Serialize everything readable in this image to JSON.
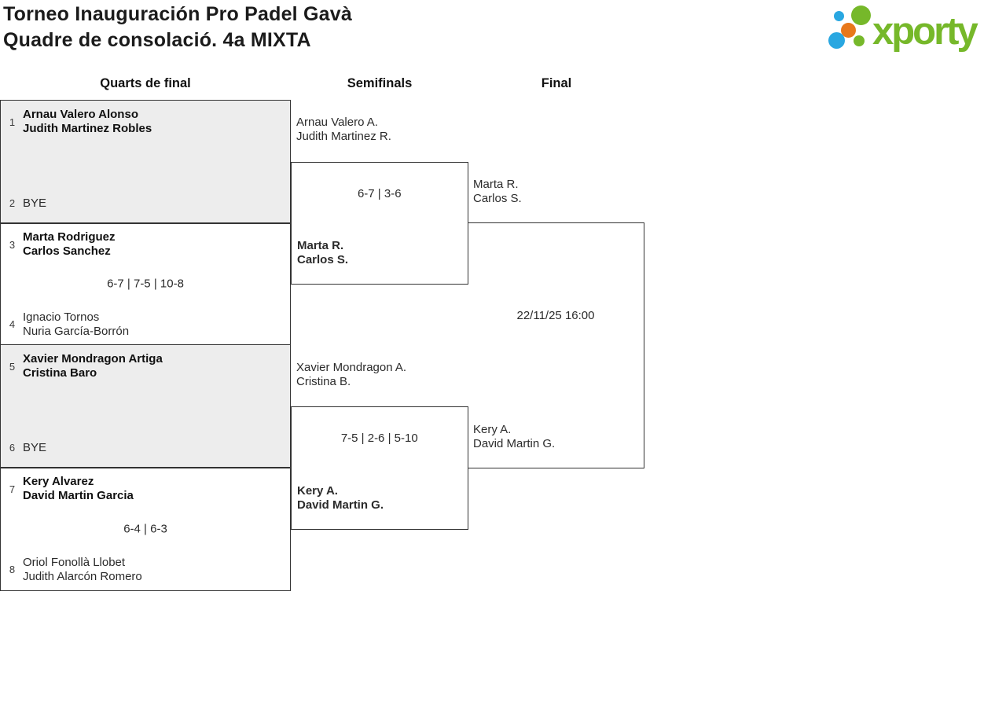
{
  "header": {
    "title_line1": "Torneo Inauguración Pro Padel Gavà",
    "title_line2": "Quadre de consolació. 4a MIXTA",
    "logo": {
      "text": "xporty",
      "colors": {
        "green": "#76b82a",
        "blue": "#29a7e1",
        "orange": "#e8781b"
      }
    }
  },
  "column_headers": {
    "quarterfinals": "Quarts de final",
    "semifinals": "Semifinals",
    "final": "Final"
  },
  "quarterfinals": [
    {
      "seed_top": "1",
      "team_top": [
        "Arnau Valero Alonso",
        "Judith Martinez Robles"
      ],
      "seed_bottom": "2",
      "team_bottom": [
        "BYE"
      ]
    },
    {
      "seed_top": "3",
      "team_top": [
        "Marta Rodriguez",
        "Carlos Sanchez"
      ],
      "score": "6-7 | 7-5 | 10-8",
      "seed_bottom": "4",
      "team_bottom": [
        "Ignacio Tornos",
        "Nuria García-Borrón"
      ]
    },
    {
      "seed_top": "5",
      "team_top": [
        "Xavier Mondragon Artiga",
        "Cristina Baro"
      ],
      "seed_bottom": "6",
      "team_bottom": [
        "BYE"
      ]
    },
    {
      "seed_top": "7",
      "team_top": [
        "Kery Alvarez",
        "David Martin Garcia"
      ],
      "score": "6-4 | 6-3",
      "seed_bottom": "8",
      "team_bottom": [
        "Oriol Fonollà Llobet",
        "Judith Alarcón Romero"
      ]
    }
  ],
  "semifinals": [
    {
      "team_top": [
        "Arnau Valero A.",
        "Judith Martinez R."
      ],
      "score": "6-7 | 3-6",
      "team_bottom": [
        "Marta R.",
        "Carlos S."
      ]
    },
    {
      "team_top": [
        "Xavier Mondragon A.",
        "Cristina B."
      ],
      "score": "7-5 | 2-6 | 5-10",
      "team_bottom": [
        "Kery A.",
        "David Martin G."
      ]
    }
  ],
  "final": {
    "team_top": [
      "Marta R.",
      "Carlos S."
    ],
    "schedule": "22/11/25 16:00",
    "team_bottom": [
      "Kery A.",
      "David Martin G."
    ]
  }
}
